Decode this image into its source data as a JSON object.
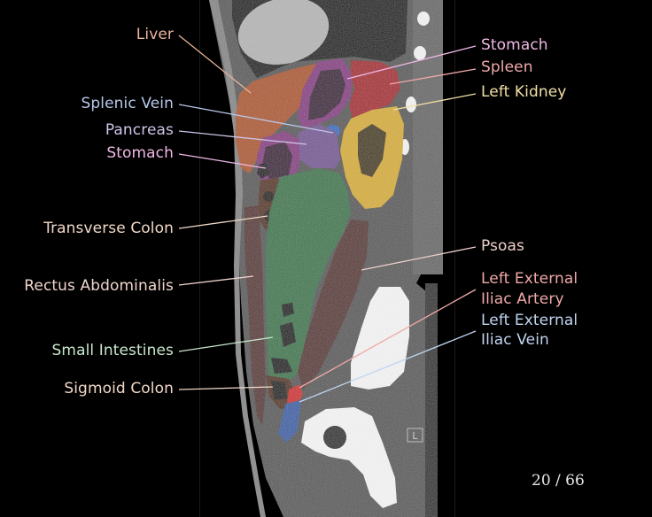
{
  "viewer": {
    "slice_counter": "20 / 66",
    "orientation_marker": "L"
  },
  "labels": [
    {
      "id": "liver",
      "text": "Liver",
      "color": "#e8b59a"
    },
    {
      "id": "splenic-vein",
      "text": "Splenic Vein",
      "color": "#b8c8e8"
    },
    {
      "id": "pancreas",
      "text": "Pancreas",
      "color": "#d0c4e8"
    },
    {
      "id": "stomach-left",
      "text": "Stomach",
      "color": "#f0b8e6"
    },
    {
      "id": "transverse-colon",
      "text": "Transverse Colon",
      "color": "#f0d8c8"
    },
    {
      "id": "rectus-abdominalis",
      "text": "Rectus Abdominalis",
      "color": "#f0d4cc"
    },
    {
      "id": "small-intestines",
      "text": "Small Intestines",
      "color": "#c8e8cc"
    },
    {
      "id": "sigmoid-colon",
      "text": "Sigmoid Colon",
      "color": "#f0d8c8"
    },
    {
      "id": "stomach-right",
      "text": "Stomach",
      "color": "#f0b8e6"
    },
    {
      "id": "spleen",
      "text": "Spleen",
      "color": "#f0a8a8"
    },
    {
      "id": "left-kidney",
      "text": "Left Kidney",
      "color": "#f0e0a8"
    },
    {
      "id": "psoas",
      "text": "Psoas",
      "color": "#f0d0cc"
    },
    {
      "id": "left-external-iliac-artery-1",
      "text": "Left External",
      "color": "#f0a8a8"
    },
    {
      "id": "left-external-iliac-artery-2",
      "text": "Iliac Artery",
      "color": "#f0a8a8"
    },
    {
      "id": "left-external-iliac-vein-1",
      "text": "Left External",
      "color": "#c0d4f0"
    },
    {
      "id": "left-external-iliac-vein-2",
      "text": "Iliac Vein",
      "color": "#c0d4f0"
    }
  ],
  "structure_colors": {
    "liver": "#b05a28",
    "stomach": "#8a3a86",
    "stomach_lumen": "#3a1838",
    "spleen": "#a8202a",
    "kidney": "#d8b030",
    "pancreas": "#7a5a98",
    "splenic_vein": "#3a70c0",
    "small_intestines": "#3c7a50",
    "colon": "#5a3018",
    "rectus": "#5a3532",
    "psoas": "#5a3532",
    "artery": "#d02828",
    "vein": "#3a62a8"
  }
}
